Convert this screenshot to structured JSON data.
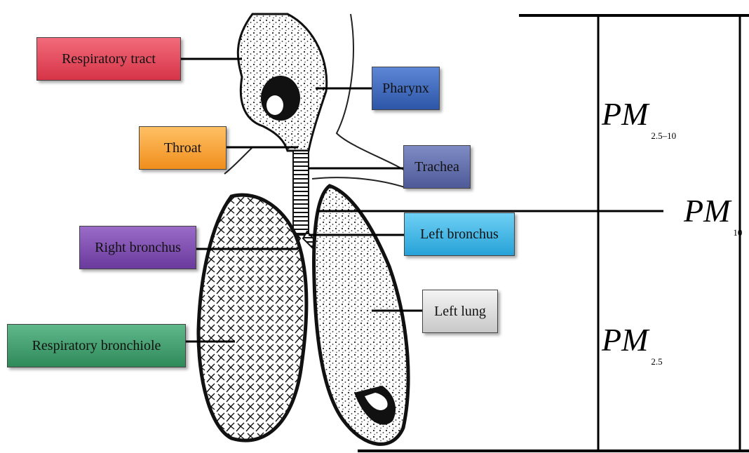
{
  "labels": {
    "respiratory_tract": "Respiratory tract",
    "pharynx": "Pharynx",
    "throat": "Throat",
    "trachea": "Trachea",
    "right_bronchus": "Right bronchus",
    "left_bronchus": "Left bronchus",
    "left_lung": "Left lung",
    "respiratory_bronchiole": "Respiratory bronchiole"
  },
  "label_colors": {
    "respiratory_tract": "#e0485a",
    "pharynx": "#3a64b8",
    "throat": "#f5a235",
    "trachea": "#5f6ba8",
    "right_bronchus": "#7a4aaa",
    "left_bronchus": "#3cb0e2",
    "left_lung": "#d8d8d8",
    "respiratory_bronchiole": "#3f9a6a"
  },
  "pm_scale": {
    "pm_2_5_10": {
      "main": "PM",
      "sub": "2.5–10"
    },
    "pm_10": {
      "main": "PM",
      "sub": "10"
    },
    "pm_2_5": {
      "main": "PM",
      "sub": "2.5"
    }
  }
}
